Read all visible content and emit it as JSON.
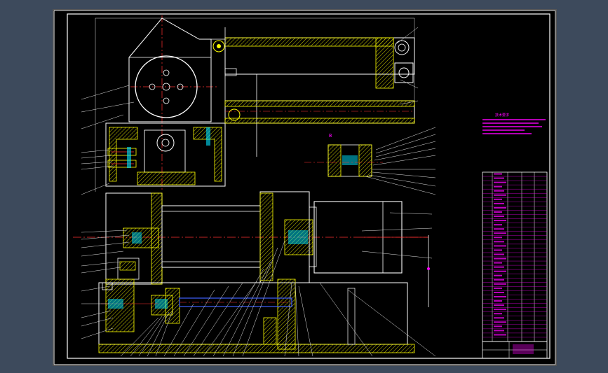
{
  "viewport": {
    "background": "#3d4a5c"
  },
  "sheet": {
    "background": "#000000"
  },
  "colors": {
    "frame": "#ffffff",
    "outline": "#ffffff",
    "hatch": "#ffff00",
    "center_line": "#ff3030",
    "leader": "#e0e0e0",
    "bolt": "#00e5ff",
    "shaft": "#4060ff",
    "notes": "#ff00ff",
    "table": "#ff00ff",
    "green_part": "#00ff60"
  },
  "icons": {
    "motor": "rectangle-motor",
    "gear": "circle-gear",
    "disk": "circle-disk"
  },
  "technical_notes_title": "技术要求",
  "drawing_number": "",
  "view_label": "B"
}
